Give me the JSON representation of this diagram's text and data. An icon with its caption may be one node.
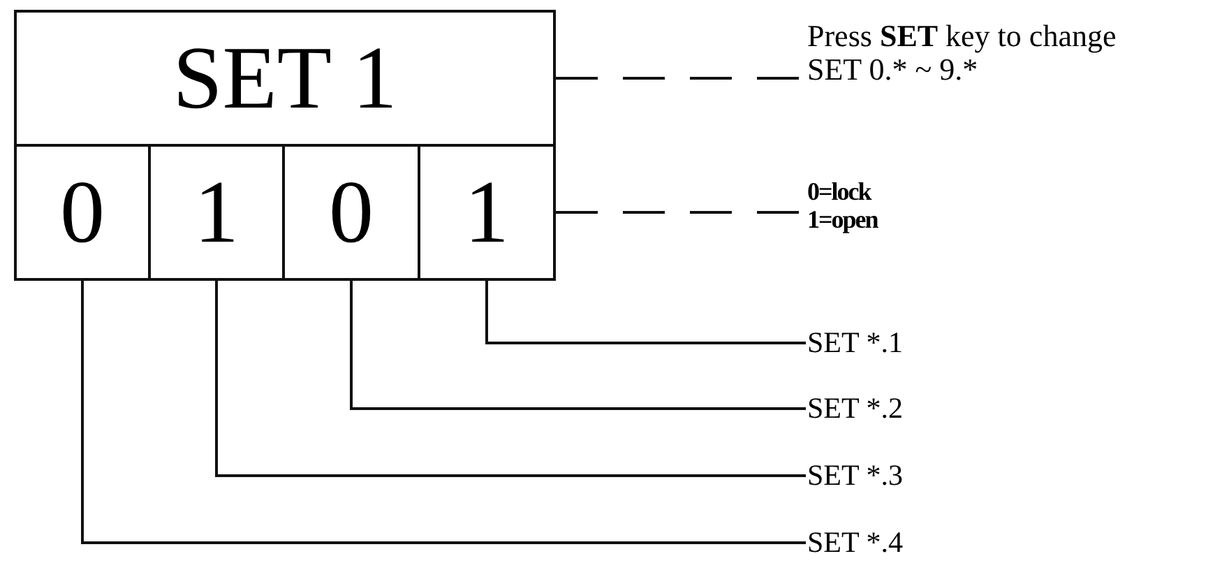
{
  "diagram": {
    "nodes": [
      {
        "text": [
          "SET 1"
        ]
      },
      {
        "text": [
          "0"
        ]
      },
      {
        "text": [
          "1"
        ]
      },
      {
        "text": [
          "0"
        ]
      },
      {
        "text": [
          "1"
        ]
      },
      {
        "text": [
          "Press **SET** key to change SET 0.* ~ 9.*"
        ]
      },
      {
        "text": [
          "0=lock 1=open"
        ]
      },
      {
        "text": [
          "SET *.1"
        ]
      },
      {
        "text": [
          "SET *.2"
        ]
      },
      {
        "text": [
          "SET *.3"
        ]
      },
      {
        "text": [
          "SET *.4"
        ]
      }
    ],
    "edges": [
      {
        "from": 0,
        "to": 5,
        "arrow": "none",
        "style": "dashed"
      },
      {
        "from": 4,
        "to": 6,
        "arrow": "none",
        "style": "dashed"
      },
      {
        "from": 4,
        "to": 7,
        "arrow": "none"
      },
      {
        "from": 3,
        "to": 8,
        "arrow": "none"
      },
      {
        "from": 2,
        "to": 9,
        "arrow": "none"
      },
      {
        "from": 1,
        "to": 10,
        "arrow": "none"
      }
    ]
  }
}
